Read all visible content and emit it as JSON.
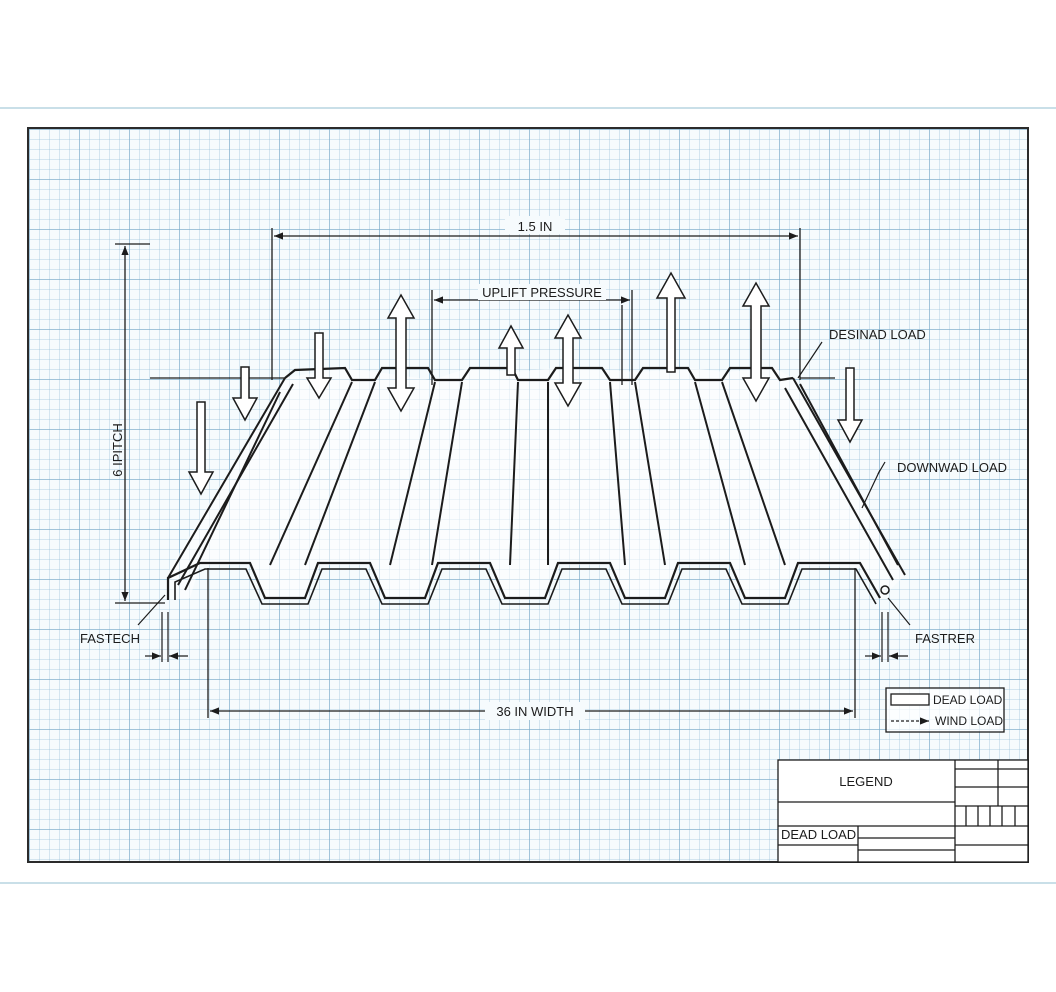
{
  "labels": {
    "span_dimension": "1.5 IN",
    "uplift_pressure": "UPLIFT PRESSURE",
    "design_load": "DESINAD LOAD",
    "downward_load": "DOWNWAD LOAD",
    "pitch_dimension": "6 IPITCH",
    "fastener_left": "FASTECH",
    "fastener_right": "FASTRER",
    "width_dimension": "36 IN WIDTH"
  },
  "legend_key": {
    "dead_load": "DEAD LOAD",
    "wind_load": "WIND LOAD"
  },
  "title_block": {
    "legend_title": "LEGEND",
    "row_label": "DEAD LOAD"
  },
  "colors": {
    "line": "#1c1c1c",
    "grid": "#8fb9d0",
    "paper": "#f6fbfd",
    "rule": "#c9dfe8"
  }
}
